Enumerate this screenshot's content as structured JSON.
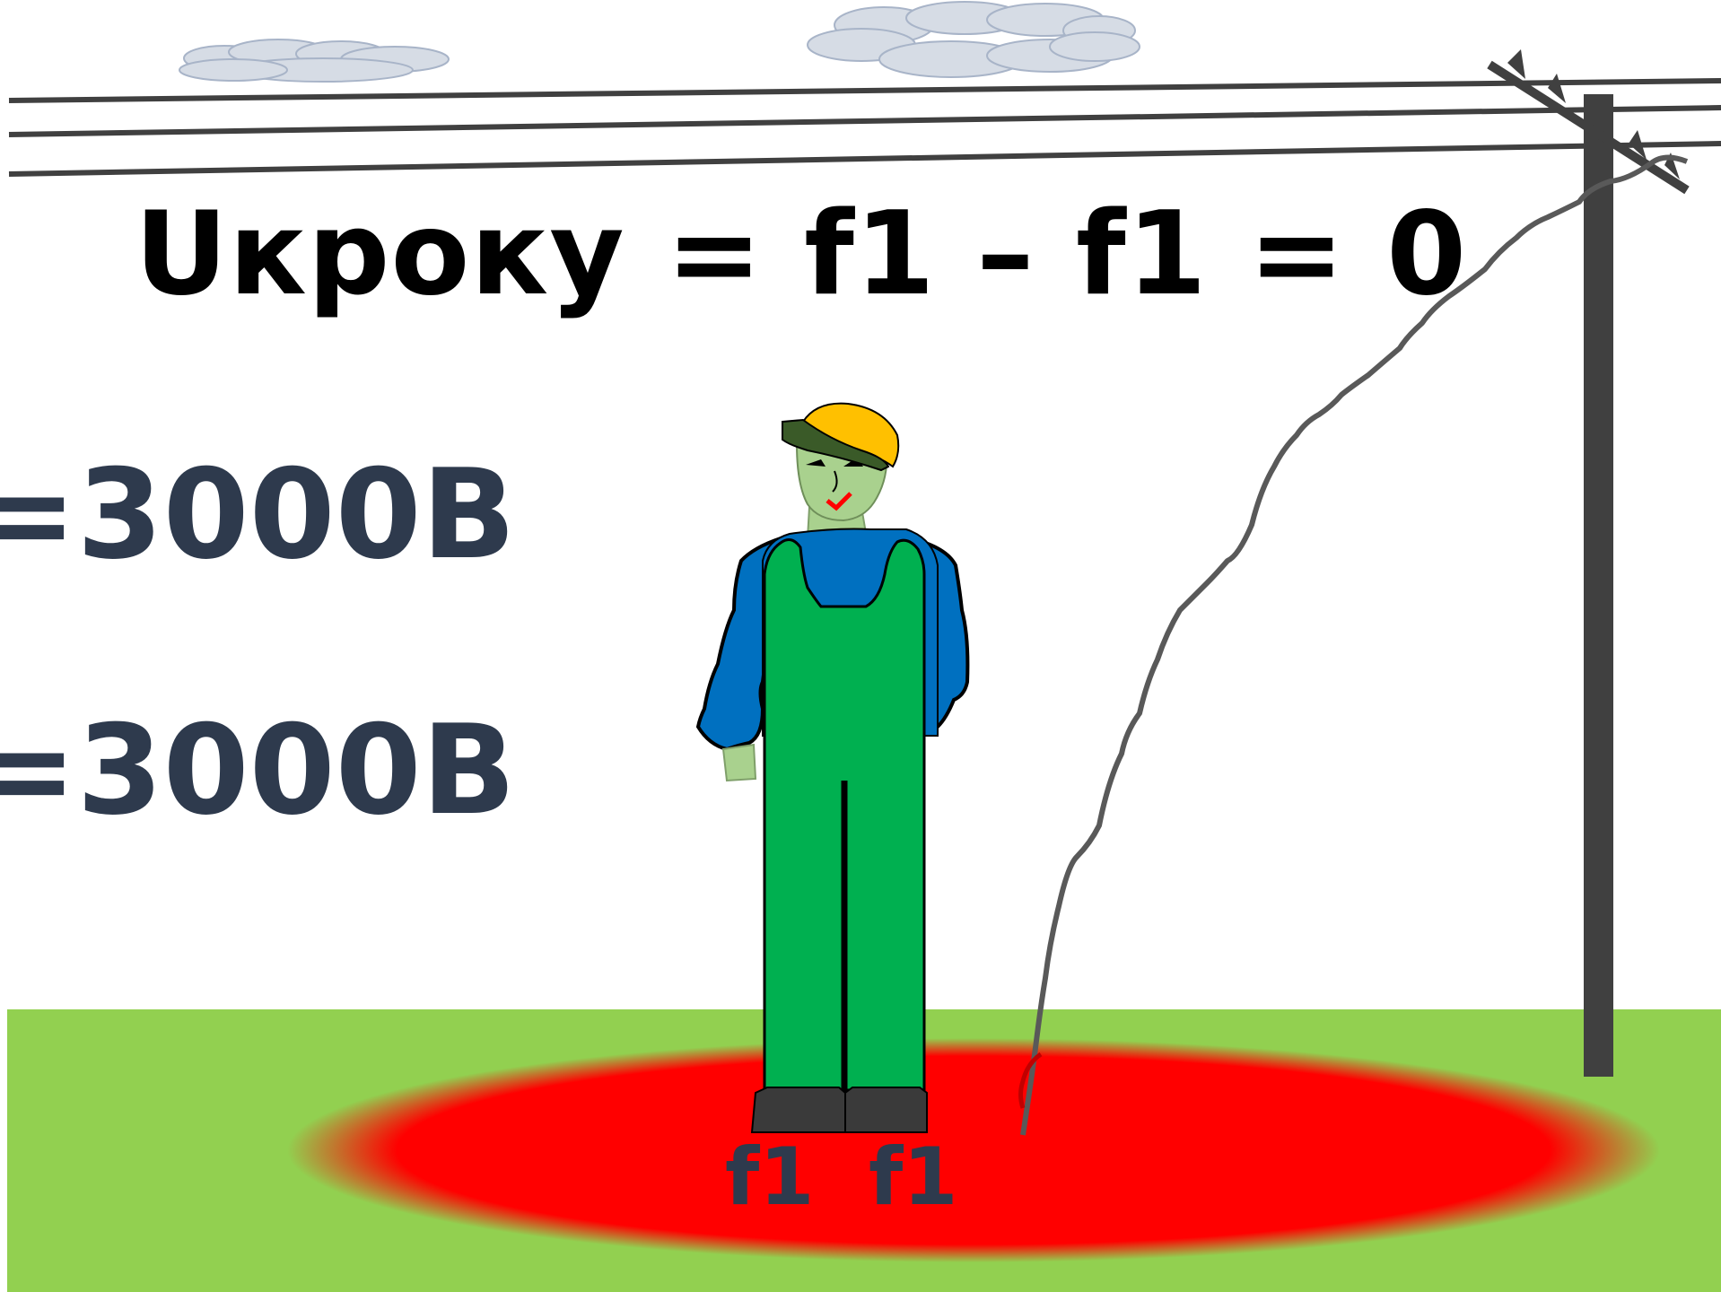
{
  "formula": {
    "text": "Uкроку = f1 – f1 = 0"
  },
  "voltages": [
    {
      "text": "=3000В"
    },
    {
      "text": "=3000В"
    }
  ],
  "feet": {
    "left": "f1",
    "right": "f1"
  },
  "colors": {
    "sky": "#ffffff",
    "ground": "#92d050",
    "hazard_zone": "#ff0000",
    "cloud": "#d6dce5",
    "wire": "#404040",
    "pole": "#404040",
    "helmet": "#ffc000",
    "overalls": "#00b050",
    "shirt": "#0070c0",
    "skin": "#a9d18e",
    "boots": "#3a3a3a",
    "formula_text": "#000000",
    "value_text": "#2e3a4d"
  }
}
